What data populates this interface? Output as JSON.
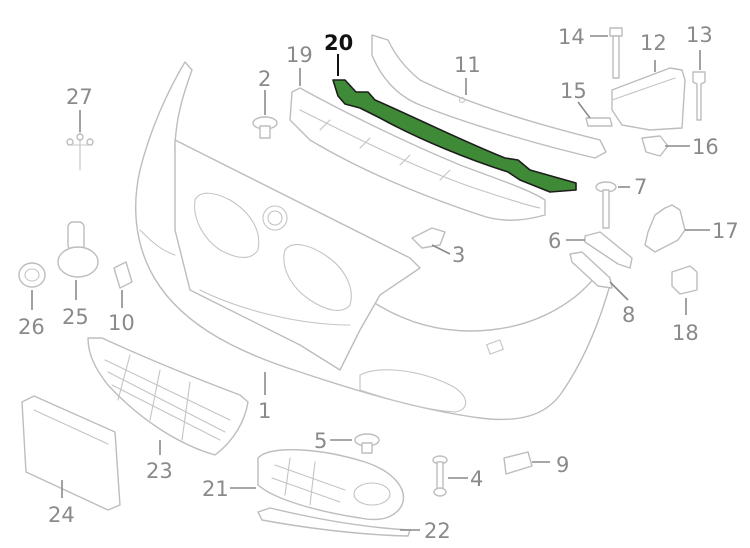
{
  "callouts": [
    {
      "id": "1",
      "text": "1"
    },
    {
      "id": "2",
      "text": "2"
    },
    {
      "id": "3",
      "text": "3"
    },
    {
      "id": "4",
      "text": "4"
    },
    {
      "id": "5",
      "text": "5"
    },
    {
      "id": "6",
      "text": "6"
    },
    {
      "id": "7",
      "text": "7"
    },
    {
      "id": "8",
      "text": "8"
    },
    {
      "id": "9",
      "text": "9"
    },
    {
      "id": "10",
      "text": "10"
    },
    {
      "id": "11",
      "text": "11"
    },
    {
      "id": "12",
      "text": "12"
    },
    {
      "id": "13",
      "text": "13"
    },
    {
      "id": "14",
      "text": "14"
    },
    {
      "id": "15",
      "text": "15"
    },
    {
      "id": "16",
      "text": "16"
    },
    {
      "id": "17",
      "text": "17"
    },
    {
      "id": "18",
      "text": "18"
    },
    {
      "id": "19",
      "text": "19"
    },
    {
      "id": "20",
      "text": "20"
    },
    {
      "id": "21",
      "text": "21"
    },
    {
      "id": "22",
      "text": "22"
    },
    {
      "id": "23",
      "text": "23"
    },
    {
      "id": "24",
      "text": "24"
    },
    {
      "id": "25",
      "text": "25"
    },
    {
      "id": "26",
      "text": "26"
    },
    {
      "id": "27",
      "text": "27"
    }
  ],
  "highlighted_part": "20",
  "colors": {
    "highlight_fill": "#3f8a37",
    "line_gray": "#bdbdbd",
    "label_gray": "#8a8a8a",
    "label_highlight": "#111111"
  }
}
